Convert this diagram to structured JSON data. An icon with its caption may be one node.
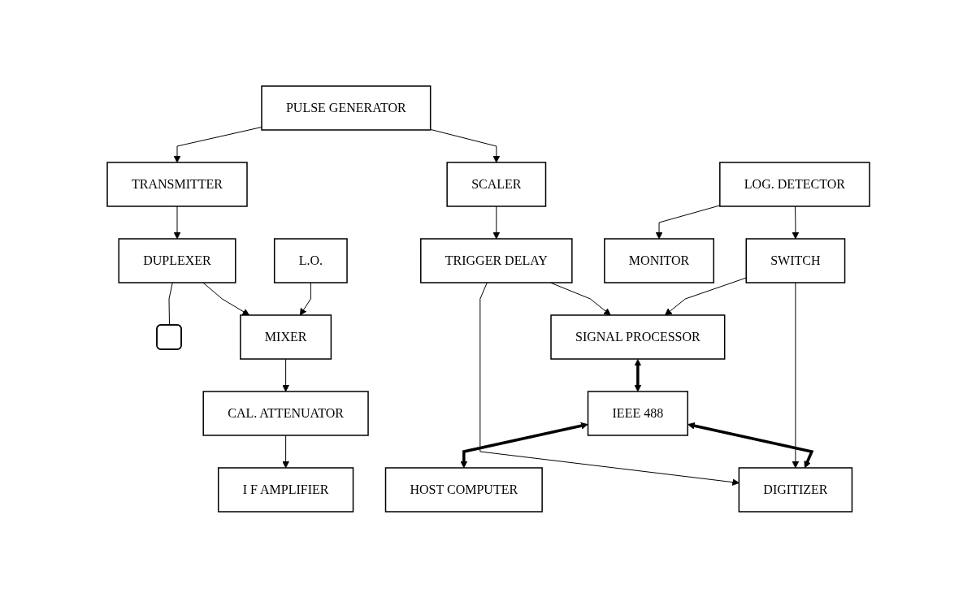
{
  "diagram": {
    "nodes": [
      {
        "text": [],
        "shape": "antenna"
      },
      {
        "text": [
          "DUPLEXER"
        ]
      },
      {
        "text": [
          "TRANSMITTER"
        ]
      },
      {
        "text": [
          "PULSE GENERATOR"
        ]
      },
      {
        "text": [
          "SCALER"
        ]
      },
      {
        "text": [
          "TRIGGER DELAY"
        ]
      },
      {
        "text": [
          "MIXER"
        ]
      },
      {
        "text": [
          "L.O."
        ]
      },
      {
        "text": [
          "CAL. ATTENUATOR"
        ]
      },
      {
        "text": [
          "I F AMPLIFIER"
        ]
      },
      {
        "text": [
          "LOG. DETECTOR"
        ]
      },
      {
        "text": [
          "MONITOR"
        ]
      },
      {
        "text": [
          "SWITCH"
        ]
      },
      {
        "text": [
          "SIGNAL PROCESSOR"
        ]
      },
      {
        "text": [
          "IEEE 488"
        ]
      },
      {
        "text": [
          "HOST COMPUTER"
        ]
      },
      {
        "text": [
          "DIGITIZER"
        ]
      }
    ],
    "edges": [
      {
        "from": 1,
        "to": 0,
        "arrow": "none"
      },
      {
        "from": 3,
        "to": 2,
        "arrow": "to"
      },
      {
        "from": 3,
        "to": 4,
        "arrow": "to"
      },
      {
        "from": 2,
        "to": 1,
        "arrow": "to"
      },
      {
        "from": 4,
        "to": 5,
        "arrow": "to"
      },
      {
        "from": 1,
        "to": 6,
        "arrow": "to"
      },
      {
        "from": 7,
        "to": 6,
        "arrow": "to"
      },
      {
        "from": 6,
        "to": 8,
        "arrow": "to"
      },
      {
        "from": 8,
        "to": 9,
        "arrow": "to"
      },
      {
        "from": 10,
        "to": 11,
        "arrow": "to"
      },
      {
        "from": 10,
        "to": 12,
        "arrow": "to"
      },
      {
        "from": 5,
        "to": 13,
        "arrow": "to"
      },
      {
        "from": 5,
        "to": 16,
        "arrow": "to"
      },
      {
        "from": 12,
        "to": 13,
        "arrow": "to"
      },
      {
        "from": 12,
        "to": 16,
        "arrow": "to"
      },
      {
        "from": 13,
        "to": 14,
        "arrow": "both",
        "style": "thick"
      },
      {
        "from": 14,
        "to": 15,
        "arrow": "both",
        "style": "thick"
      },
      {
        "from": 14,
        "to": 16,
        "arrow": "both",
        "style": "thick"
      }
    ]
  }
}
